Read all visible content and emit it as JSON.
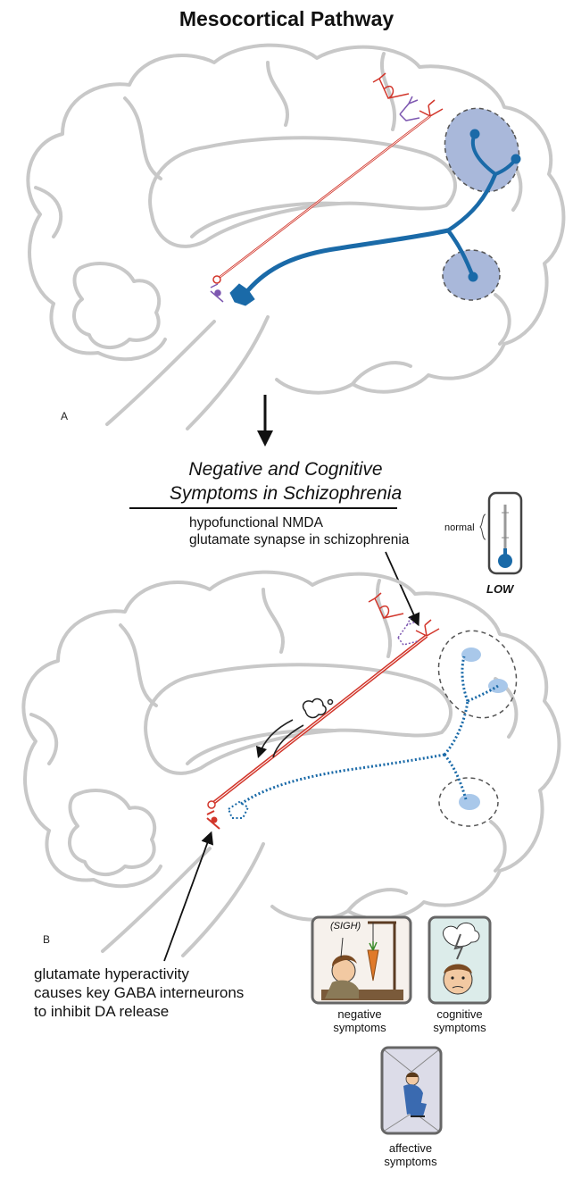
{
  "title": "Mesocortical Pathway",
  "panel_a_label": "A",
  "panel_b_label": "B",
  "heading_line1": "Negative and Cognitive",
  "heading_line2": "Symptoms in Schizophrenia",
  "nmda_note_line1": "hypofunctional NMDA",
  "nmda_note_line2": "glutamate synapse in schizophrenia",
  "thermometer": {
    "normal_label": "normal",
    "level_label": "LOW"
  },
  "glutamate_note_line1": "glutamate hyperactivity",
  "glutamate_note_line2": "causes key GABA interneurons",
  "glutamate_note_line3": "to inhibit DA release",
  "symptoms": {
    "negative": {
      "line1": "negative",
      "line2": "symptoms",
      "speech": "(SIGH)"
    },
    "cognitive": {
      "line1": "cognitive",
      "line2": "symptoms"
    },
    "affective": {
      "line1": "affective",
      "line2": "symptoms"
    }
  },
  "colors": {
    "brain_outline": "#c8c8c8",
    "dopamine": "#1a6aa8",
    "glutamate": "#d2362b",
    "gaba": "#7d57b0",
    "cortex_region": "#a9b8da",
    "panel_border": "#666666"
  }
}
